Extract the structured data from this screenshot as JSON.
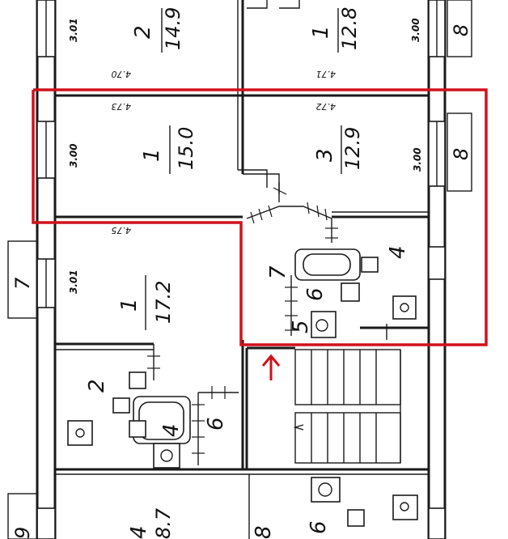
{
  "plan": {
    "highlight_color": "#d0121b",
    "arrow_icon": "up-arrow-icon",
    "rooms": [
      {
        "id": "r1",
        "number": "2",
        "area": "14.9"
      },
      {
        "id": "r2",
        "number": "1",
        "area": "12.8"
      },
      {
        "id": "r3",
        "number": "1",
        "area": "15.0"
      },
      {
        "id": "r4",
        "number": "3",
        "area": "12.9"
      },
      {
        "id": "r5",
        "number": "1",
        "area": "17.2"
      },
      {
        "id": "r6",
        "number": "4",
        "area": "8.7"
      }
    ],
    "labels": {
      "dim_top_left": "4.70",
      "dim_top_right": "4.71",
      "dim_mid_left": "4.73",
      "dim_mid_right": "4.72",
      "dim_lower": "4.75",
      "win_1": "3.01",
      "win_2": "3.00",
      "win_3": "3.00",
      "win_4": "3.00",
      "win_5": "3.01",
      "small_4": "4",
      "small_7": "7",
      "small_6": "6",
      "small_5": "5",
      "small_2": "2",
      "small_4b": "4",
      "small_6b": "6",
      "small_6c": "6",
      "small_8b": "8",
      "side_8_top": "8",
      "side_8_mid": "8",
      "side_7_left": "7",
      "side_9": "9"
    }
  }
}
